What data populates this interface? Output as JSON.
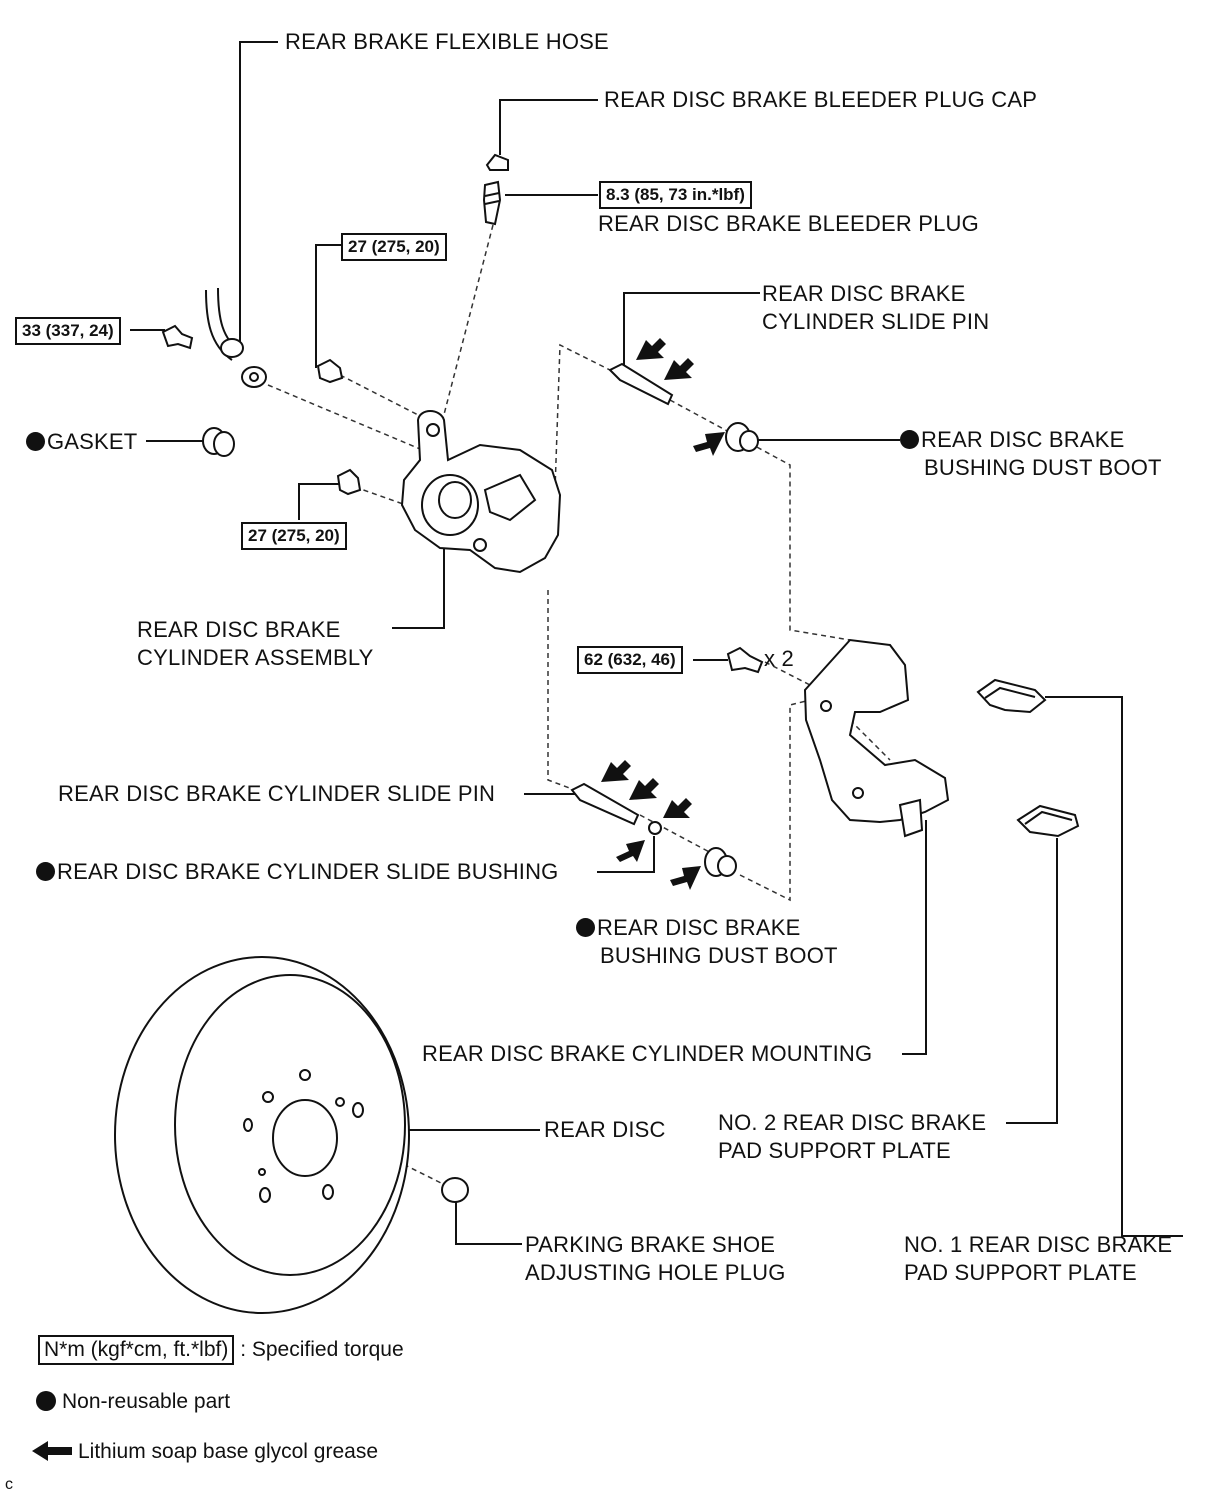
{
  "labels": {
    "flexible_hose": "REAR BRAKE FLEXIBLE HOSE",
    "bleeder_cap": "REAR DISC BRAKE BLEEDER PLUG CAP",
    "bleeder_plug": "REAR DISC BRAKE BLEEDER PLUG",
    "slide_pin_upper_1": "REAR DISC BRAKE",
    "slide_pin_upper_2": "CYLINDER SLIDE PIN",
    "dust_boot_upper_1": "REAR DISC BRAKE",
    "dust_boot_upper_2": "BUSHING DUST BOOT",
    "gasket": "GASKET",
    "cylinder_assy_1": "REAR DISC BRAKE",
    "cylinder_assy_2": "CYLINDER ASSEMBLY",
    "bolts_x2": "x 2",
    "slide_pin_lower": "REAR DISC BRAKE CYLINDER SLIDE PIN",
    "slide_bushing": "REAR DISC BRAKE CYLINDER SLIDE BUSHING",
    "dust_boot_lower_1": "REAR DISC BRAKE",
    "dust_boot_lower_2": "BUSHING DUST BOOT",
    "cylinder_mounting": "REAR DISC BRAKE CYLINDER MOUNTING",
    "rear_disc": "REAR DISC",
    "no2_plate_1": "NO. 2 REAR DISC BRAKE",
    "no2_plate_2": "PAD SUPPORT PLATE",
    "parking_plug_1": "PARKING BRAKE SHOE",
    "parking_plug_2": "ADJUSTING HOLE PLUG",
    "no1_plate_1": "NO. 1 REAR DISC BRAKE",
    "no1_plate_2": "PAD SUPPORT PLATE"
  },
  "torques": {
    "bleeder": "8.3 (85, 73 in.*lbf)",
    "union_bolt": "27 (275, 20)",
    "hose_bolt": "33 (337, 24)",
    "cylinder_bolt": "27 (275, 20)",
    "mounting_bolt": "62 (632, 46)"
  },
  "legend": {
    "torque_box": "N*m (kgf*cm, ft.*lbf)",
    "torque_text": ": Specified torque",
    "nonreusable": "Non-reusable part",
    "grease": "Lithium soap base glycol grease"
  },
  "corner_mark": "c"
}
